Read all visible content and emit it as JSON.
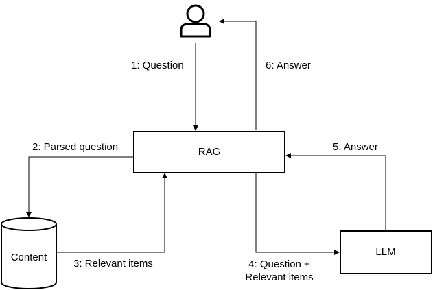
{
  "nodes": {
    "user": {
      "icon": "user-icon"
    },
    "rag": {
      "label": "RAG"
    },
    "content": {
      "label": "Content",
      "icon": "database-cylinder"
    },
    "llm": {
      "label": "LLM"
    }
  },
  "edges": {
    "question": {
      "label": "1: Question"
    },
    "parsed_question": {
      "label": "2: Parsed question"
    },
    "relevant_items": {
      "label": "3: Relevant items"
    },
    "question_plus_items": {
      "label_line1": "4: Question +",
      "label_line2": "Relevant items"
    },
    "llm_answer": {
      "label": "5: Answer"
    },
    "final_answer": {
      "label": "6: Answer"
    }
  },
  "colors": {
    "stroke": "#000000",
    "background": "#ffffff"
  }
}
